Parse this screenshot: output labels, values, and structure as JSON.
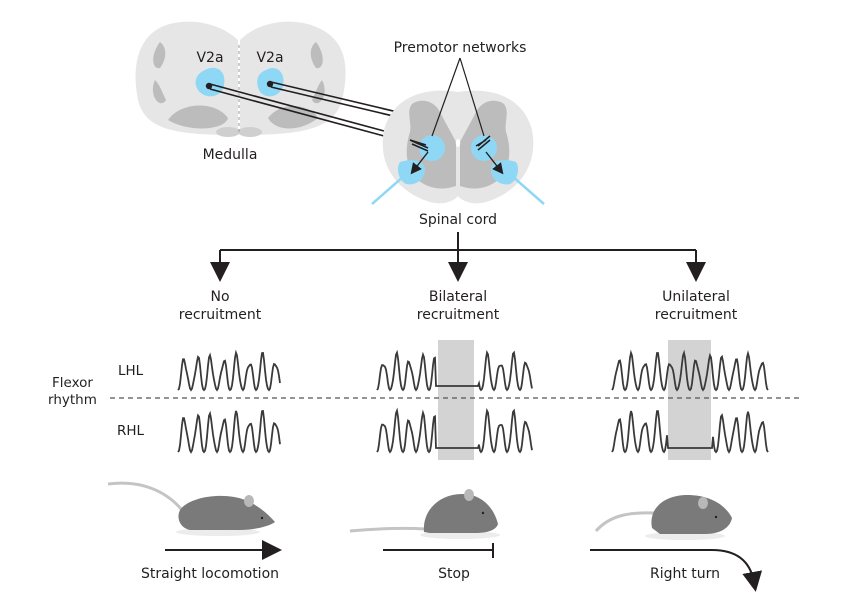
{
  "colors": {
    "tissue_light": "#e6e6e6",
    "tissue_dark": "#bcbcbc",
    "v2a_blue": "#8fd8f5",
    "trace": "#3a3a3a",
    "shade": "#d3d3d3",
    "mouse": "#7a7a7a",
    "text": "#231f20"
  },
  "top": {
    "medulla_label": "Medulla",
    "v2a_left_label": "V2a",
    "v2a_right_label": "V2a",
    "premotor_label": "Premotor networks",
    "spinal_cord_label": "Spinal cord"
  },
  "branches": [
    {
      "line1": "No",
      "line2": "recruitment"
    },
    {
      "line1": "Bilateral",
      "line2": "recruitment"
    },
    {
      "line1": "Unilateral",
      "line2": "recruitment"
    }
  ],
  "rhythm": {
    "row_label_left": "Flexor",
    "row_label_left2": "rhythm",
    "lhl_label": "LHL",
    "rhl_label": "RHL",
    "panels": [
      {
        "name": "no-recruitment",
        "lhl_silenced": false,
        "rhl_silenced": false,
        "shaded": false
      },
      {
        "name": "bilateral",
        "lhl_silenced": true,
        "rhl_silenced": true,
        "shaded": true
      },
      {
        "name": "unilateral",
        "lhl_silenced": false,
        "rhl_silenced": true,
        "shaded": true
      }
    ]
  },
  "outcomes": [
    {
      "label": "Straight locomotion",
      "arrow": "straight-arrow"
    },
    {
      "label": "Stop",
      "arrow": "stop-bar"
    },
    {
      "label": "Right turn",
      "arrow": "curved-right-arrow"
    }
  ]
}
